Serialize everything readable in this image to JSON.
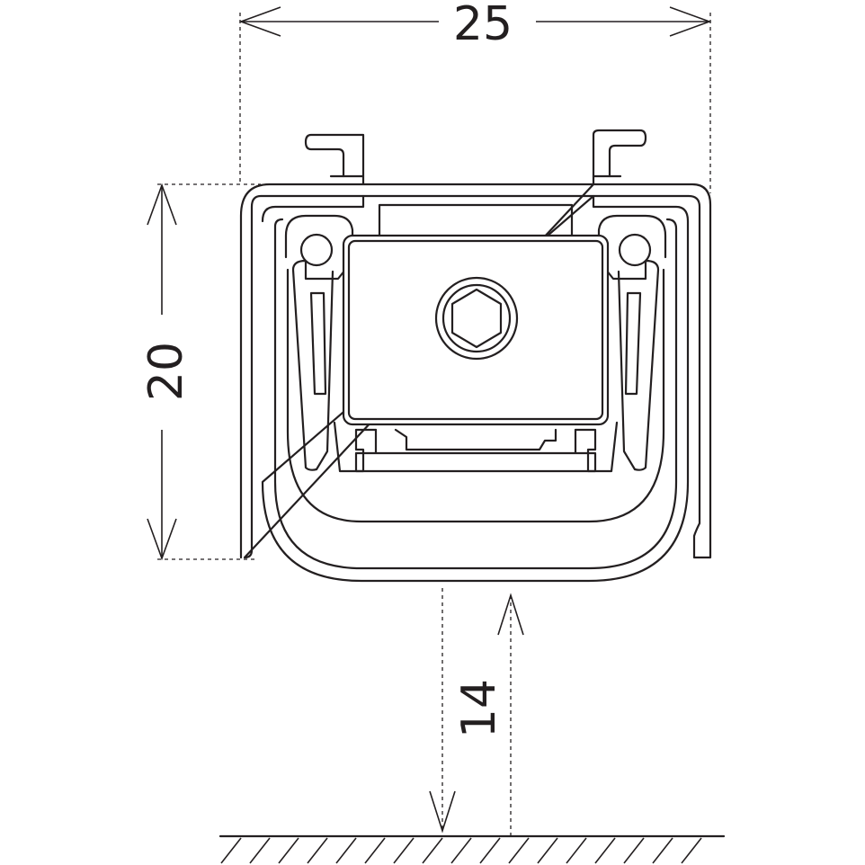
{
  "dimensions": {
    "width": "25",
    "height": "20",
    "gap": "14"
  }
}
